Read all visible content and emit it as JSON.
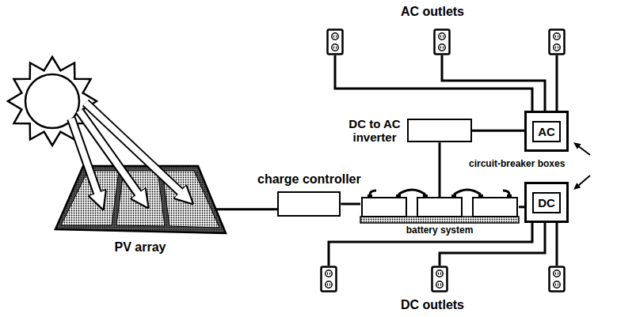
{
  "diagram": {
    "nodes": [
      {
        "text": [
          "PV array"
        ]
      },
      {
        "text": [
          "charge controller"
        ]
      },
      {
        "text": [
          "DC to AC inverter"
        ]
      },
      {
        "text": [
          "AC"
        ]
      },
      {
        "text": [
          "battery system"
        ]
      },
      {
        "text": [
          "DC"
        ]
      }
    ],
    "edges": [
      {
        "from": 0,
        "to": 1,
        "arrow": "none"
      },
      {
        "from": 1,
        "to": 4,
        "arrow": "none"
      },
      {
        "from": 4,
        "to": 2,
        "arrow": "none"
      },
      {
        "from": 2,
        "to": 3,
        "arrow": "none"
      },
      {
        "from": 4,
        "to": 5,
        "arrow": "none"
      }
    ],
    "labels": [
      "AC outlets",
      "circuit-breaker boxes",
      "DC outlets"
    ]
  }
}
